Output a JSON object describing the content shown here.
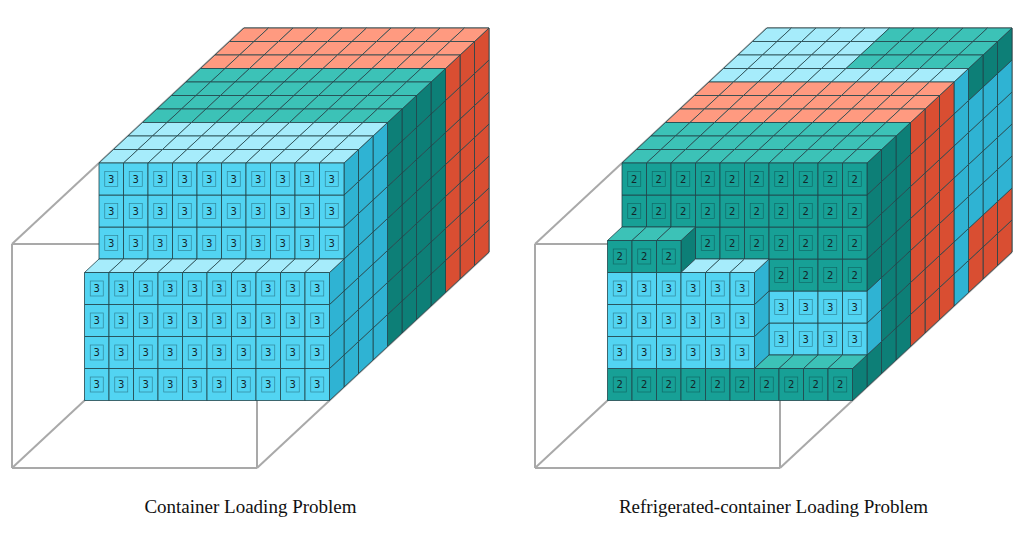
{
  "diagram": {
    "labels": [
      "3",
      "3",
      "3",
      "3",
      "3",
      "3",
      "3",
      "3",
      "3",
      "3",
      "3",
      "3",
      "3",
      "3",
      "3",
      "3",
      "3",
      "3",
      "3",
      "3",
      "3",
      "3",
      "3",
      "3",
      "3",
      "3",
      "3",
      "3",
      "3",
      "3",
      "3",
      "3",
      "3",
      "3",
      "3",
      "3",
      "3",
      "3",
      "3",
      "3",
      "3",
      "3",
      "3",
      "3",
      "3",
      "3",
      "3",
      "3",
      "3",
      "3",
      "3",
      "3",
      "3",
      "3",
      "3",
      "3",
      "3",
      "3",
      "3",
      "3",
      "3",
      "3",
      "3",
      "3",
      "3",
      "3",
      "3",
      "3",
      "3",
      "3",
      "2",
      "2",
      "2",
      "2",
      "2",
      "2",
      "2",
      "2",
      "2",
      "2",
      "2",
      "2",
      "2",
      "2",
      "2",
      "2",
      "2",
      "2",
      "2",
      "2",
      "2",
      "2",
      "2",
      "2",
      "2",
      "2",
      "2",
      "2",
      "2",
      "2",
      "3",
      "3",
      "3",
      "3",
      "3",
      "3",
      "2",
      "2",
      "2",
      "2",
      "3",
      "3",
      "3",
      "3",
      "3",
      "3",
      "3",
      "3",
      "3",
      "3",
      "3",
      "3",
      "3",
      "3",
      "3",
      "3",
      "3",
      "3",
      "3",
      "3",
      "2",
      "2",
      "2",
      "2",
      "2",
      "2",
      "2",
      "2",
      "2",
      "2",
      "Container Loading Problem",
      "Refrigerated-container Loading Problem"
    ]
  }
}
